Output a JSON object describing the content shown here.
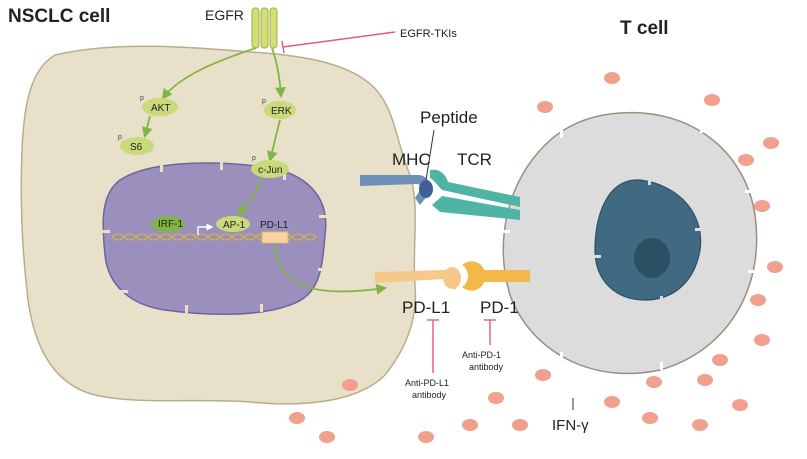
{
  "cells": {
    "nsclc": "NSCLC cell",
    "tcell": "T cell"
  },
  "labels": {
    "egfr": "EGFR",
    "egfr_tkis": "EGFR-TKIs",
    "akt": "AKT",
    "s6": "S6",
    "erk": "ERK",
    "cjun": "c-Jun",
    "irf1": "IRF-1",
    "ap1": "AP-1",
    "pdl1_gene": "PD-L1",
    "peptide": "Peptide",
    "mhc": "MHC",
    "tcr": "TCR",
    "pdl1": "PD-L1",
    "pd1": "PD-1",
    "anti_pdl1_l1": "Anti-PD-L1",
    "anti_pdl1_l2": "antibody",
    "anti_pd1_l1": "Anti-PD-1",
    "anti_pd1_l2": "antibody",
    "ifng": "IFN-γ",
    "phospho": "p"
  },
  "colors": {
    "nsclc_fill": "#e8e0c8",
    "nucleus_fill": "#9b8fbe",
    "tcell_fill": "#dcdcdc",
    "tcell_nucleus": "#3f6a82",
    "arrow_green": "#7fb643",
    "node_green": "#c9da7a",
    "inhibit_pink": "#e05a84",
    "ifn_dot": "#f0a08c",
    "mhc_blue": "#6e8fb8",
    "tcr_teal": "#4fb3a6",
    "pdl1_orange": "#f6c98a",
    "pd1_orange": "#f4b84a"
  }
}
